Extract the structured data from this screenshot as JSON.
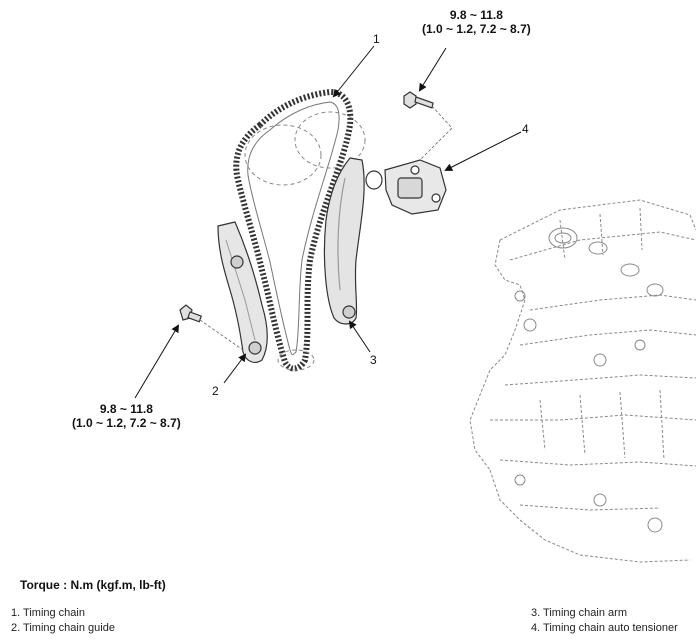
{
  "torque_upper": {
    "line1": "9.8 ~ 11.8",
    "line2": "(1.0 ~ 1.2, 7.2 ~ 8.7)"
  },
  "torque_lower": {
    "line1": "9.8 ~ 11.8",
    "line2": "(1.0 ~ 1.2, 7.2 ~ 8.7)"
  },
  "callouts": {
    "c1": "1",
    "c2": "2",
    "c3": "3",
    "c4": "4"
  },
  "torque_heading": "Torque : N.m (kgf.m, lb-ft)",
  "legend": {
    "item1": "1.  Timing chain",
    "item2": "2.  Timing chain guide",
    "item3": "3.  Timing chain arm",
    "item4": "4.  Timing chain auto tensioner"
  }
}
